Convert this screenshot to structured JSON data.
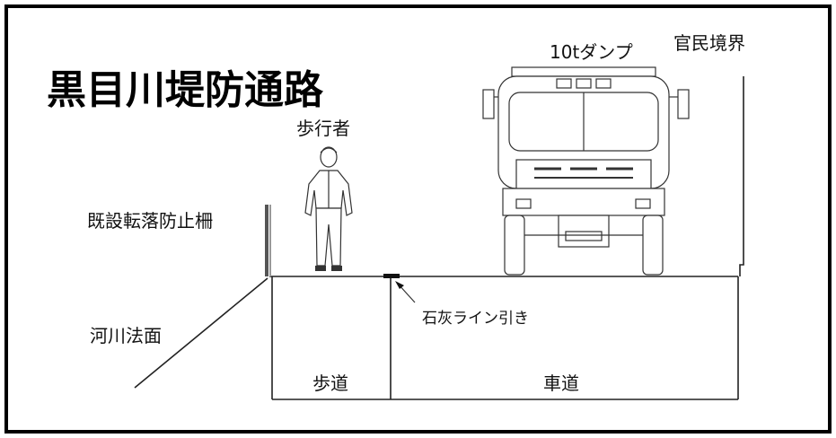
{
  "diagram": {
    "title": "黒目川堤防通路",
    "labels": {
      "truck": "10tダンプ",
      "boundary": "官民境界",
      "pedestrian": "歩行者",
      "fence": "既設転落防止柵",
      "slope": "河川法面",
      "lime_line": "石灰ライン引き",
      "sidewalk": "歩道",
      "roadway": "車道"
    }
  }
}
